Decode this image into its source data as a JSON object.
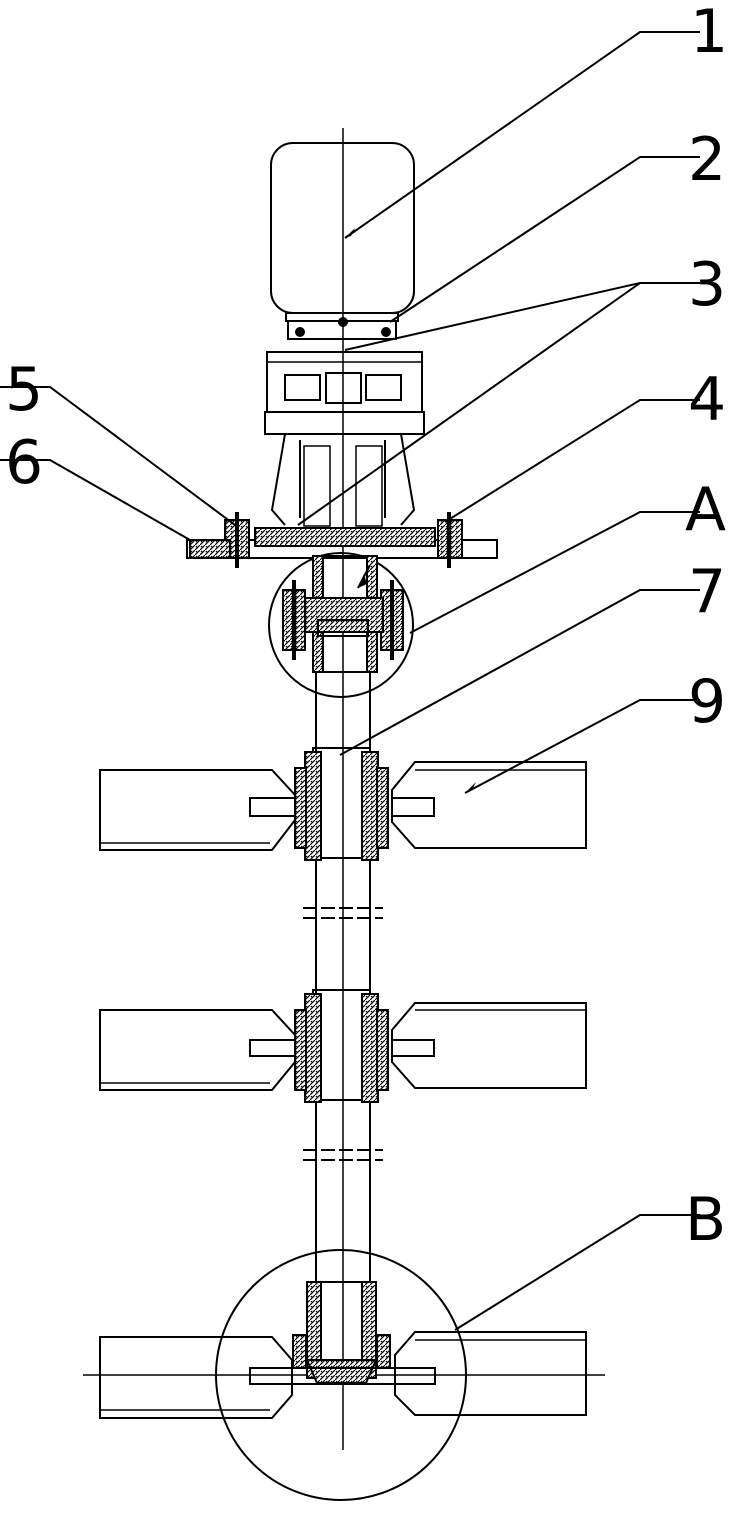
{
  "labels": {
    "l1": "1",
    "l2": "2",
    "l3": "3",
    "l4": "4",
    "lA": "A",
    "l7": "7",
    "l9": "9",
    "l5": "5",
    "l6": "6",
    "lB": "B"
  }
}
